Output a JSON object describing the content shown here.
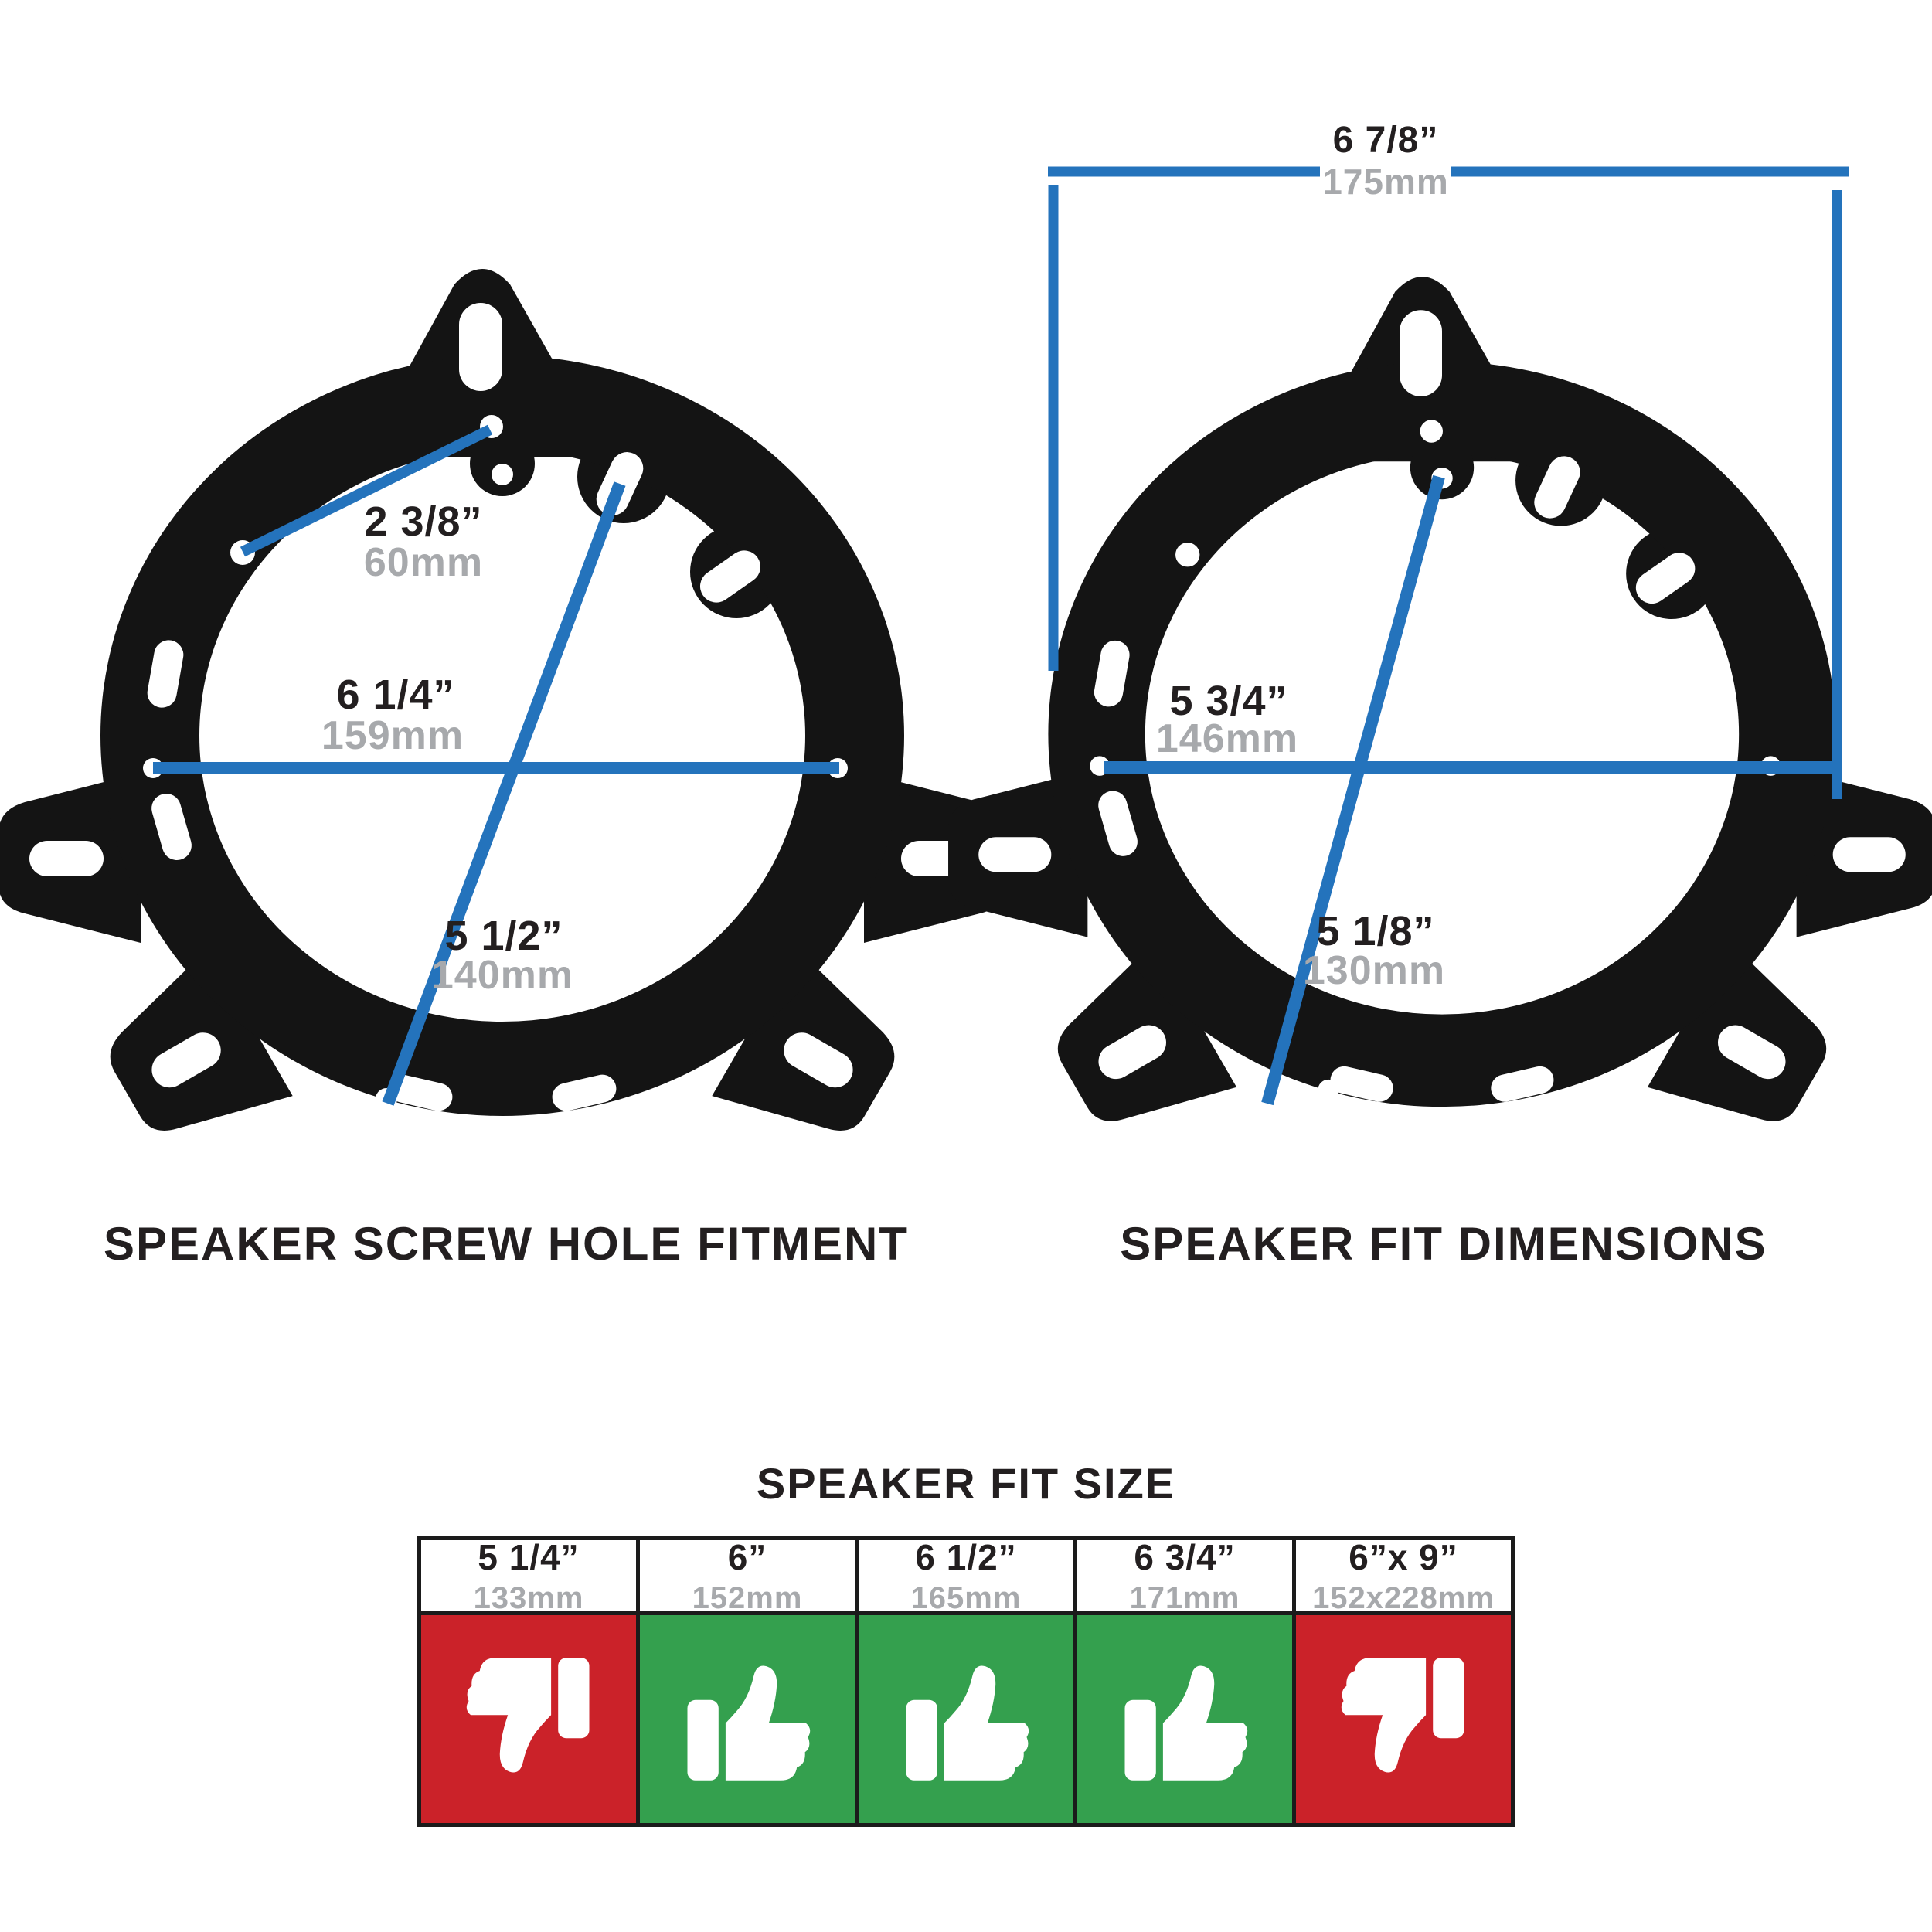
{
  "colors": {
    "blue": "#2473bc",
    "gray": "#a7a9ac",
    "dark": "#231f20",
    "red": "#cb2229",
    "green": "#34a04e",
    "black": "#141414",
    "border": "#1b1b1b"
  },
  "left_diagram": {
    "caption": "SPEAKER SCREW HOLE FITMENT",
    "screw_spacing": {
      "inches": "2 3/8”",
      "mm": "60mm"
    },
    "outer_diameter": {
      "inches": "6 1/4”",
      "mm": "159mm"
    },
    "diagonal_spacing": {
      "inches": "5 1/2”",
      "mm": "140mm"
    }
  },
  "right_diagram": {
    "caption": "SPEAKER FIT DIMENSIONS",
    "overall_width": {
      "inches": "6 7/8”",
      "mm": "175mm"
    },
    "inner_diameter": {
      "inches": "5 3/4”",
      "mm": "146mm"
    },
    "diagonal_spacing": {
      "inches": "5 1/8”",
      "mm": "130mm"
    }
  },
  "fit_table": {
    "title": "SPEAKER FIT SIZE",
    "columns": [
      {
        "size": "5 1/4”",
        "mm": "133mm",
        "fit": "no"
      },
      {
        "size": "6”",
        "mm": "152mm",
        "fit": "yes"
      },
      {
        "size": "6 1/2”",
        "mm": "165mm",
        "fit": "yes"
      },
      {
        "size": "6 3/4”",
        "mm": "171mm",
        "fit": "yes"
      },
      {
        "size": "6”x 9”",
        "mm": "152x228mm",
        "fit": "no"
      }
    ]
  }
}
